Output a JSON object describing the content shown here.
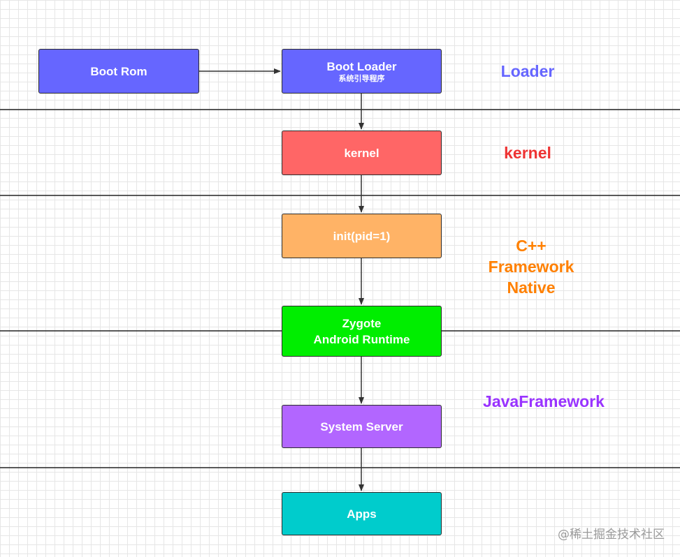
{
  "boxes": {
    "boot_rom": {
      "label": "Boot Rom",
      "color": "#6666ff"
    },
    "boot_loader": {
      "label": "Boot Loader",
      "sublabel": "系统引导程序",
      "color": "#6666ff"
    },
    "kernel": {
      "label": "kernel",
      "color": "#ff6666"
    },
    "init": {
      "label": "init(pid=1)",
      "color": "#ffb366"
    },
    "zygote": {
      "label_line1": "Zygote",
      "label_line2": "Android Runtime",
      "color": "#00ee00"
    },
    "system_server": {
      "label": "System Server",
      "color": "#b266ff"
    },
    "apps": {
      "label": "Apps",
      "color": "#00cccc"
    }
  },
  "layers": {
    "loader": {
      "label": "Loader",
      "color": "#6666ff"
    },
    "kernel": {
      "label": "kernel",
      "color": "#ee3333"
    },
    "native": {
      "line1": "C++",
      "line2": "Framework",
      "line3": "Native",
      "color": "#ff8000"
    },
    "java": {
      "label": "JavaFramework",
      "color": "#9933ff"
    }
  },
  "watermark": "@稀土掘金技术社区"
}
